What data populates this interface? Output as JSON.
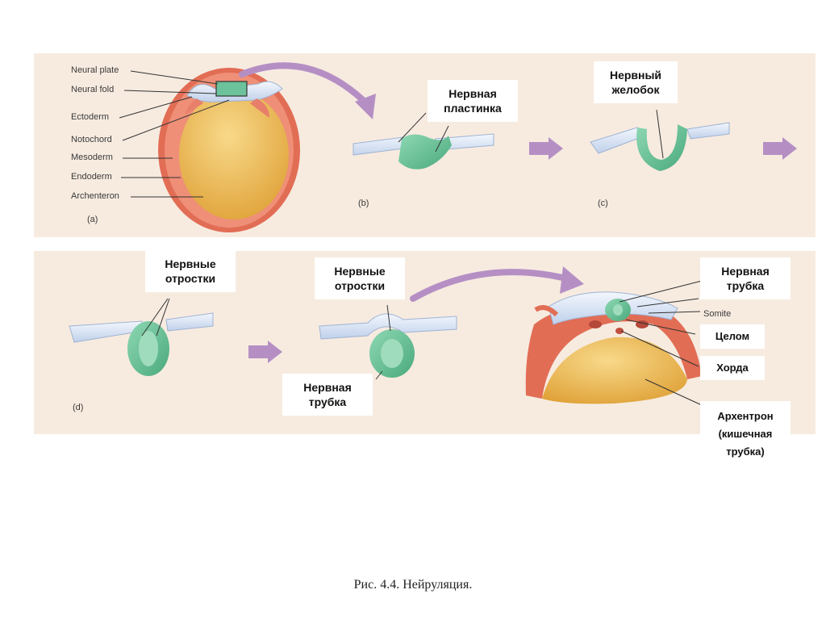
{
  "panel_a": {
    "labels": [
      "Neural plate",
      "Neural fold",
      "Ectoderm",
      "Notochord",
      "Mesoderm",
      "Endoderm",
      "Archenteron"
    ],
    "tag": "(a)"
  },
  "panel_b": {
    "tag": "(b)",
    "callout": "Нервная пластинка"
  },
  "panel_c": {
    "tag": "(c)",
    "callout": "Нервный желобок"
  },
  "panel_d": {
    "tag": "(d)",
    "callout_folds_1": "Нервные отростки",
    "callout_folds_2": "Нервные отростки",
    "callout_tube_1": "Нервная трубка",
    "callout_tube_2": "Нервная трубка",
    "somite": "Somite",
    "coelom": "Целом",
    "notochord": "Хорда",
    "archenteron": "Архентрон (кишечная трубка)"
  },
  "caption": "Рис. 4.4. Нейруляция.",
  "colors": {
    "panel": "#f7ebe0",
    "ectoderm": "#dfe8f4",
    "neural": "#6cc29a",
    "mesoderm": "#e77f6b",
    "yolk": "#eab64c",
    "arrow": "#b58fc4"
  }
}
